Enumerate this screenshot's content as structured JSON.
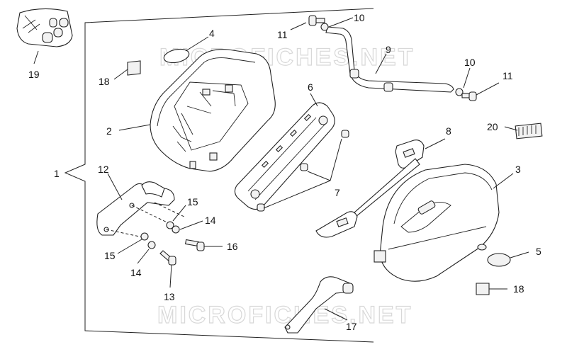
{
  "watermark": "MICROFICHES.NET",
  "callouts": [
    "1",
    "2",
    "3",
    "4",
    "5",
    "6",
    "7",
    "8",
    "9",
    "10",
    "10",
    "11",
    "11",
    "12",
    "13",
    "14",
    "14",
    "15",
    "15",
    "16",
    "17",
    "18",
    "18",
    "19",
    "20"
  ]
}
